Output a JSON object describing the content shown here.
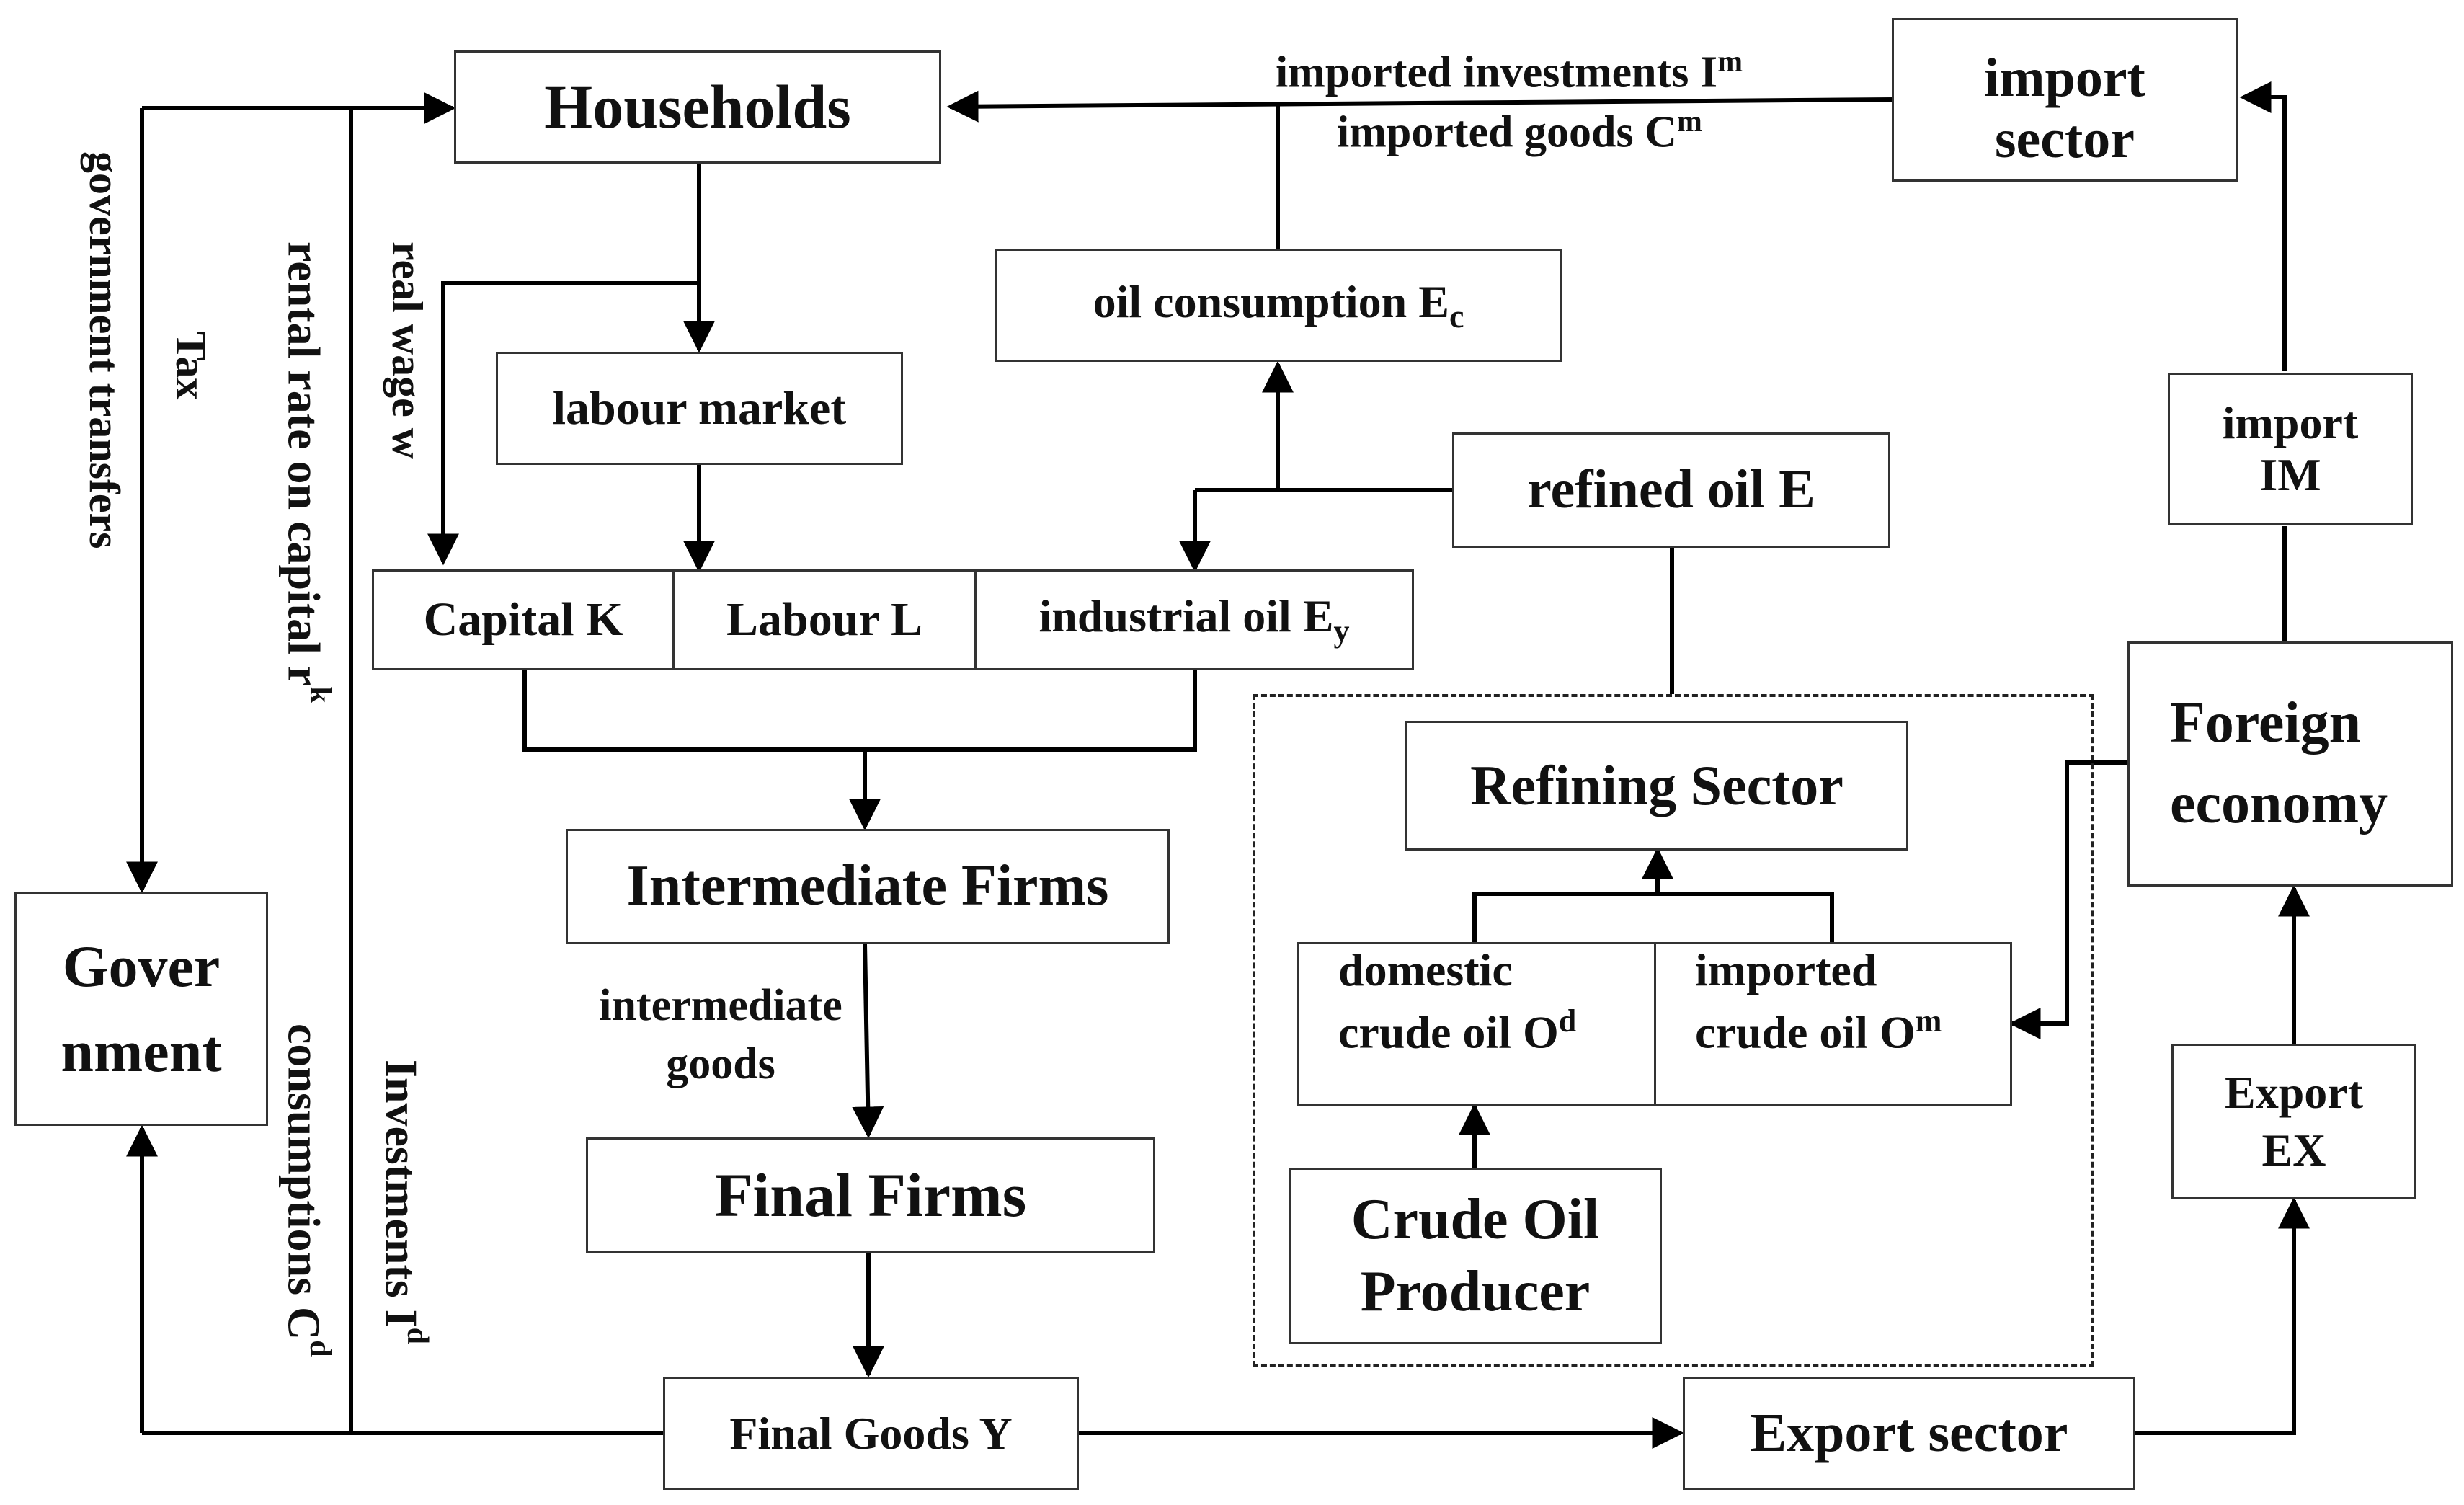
{
  "boxes": {
    "households": "Households",
    "import_sector": "import sector",
    "labour_market": "labour market",
    "oil_consumption": "oil consumption E",
    "oil_consumption_sub": "c",
    "refined_oil": "refined oil E",
    "import_im_l1": "import",
    "import_im_l2": "IM",
    "capital": "Capital K",
    "labour": "Labour L",
    "industrial_oil": "industrial oil E",
    "industrial_oil_sub": "y",
    "foreign_l1": "Foreign",
    "foreign_l2": "economy",
    "refining_sector": "Refining Sector",
    "intermediate_firms": "Intermediate Firms",
    "government_l1": "Gover",
    "government_l2": "nment",
    "domestic_crude_l1": "domestic",
    "domestic_crude_l2": "crude oil O",
    "domestic_crude_sup": "d",
    "imported_crude_l1": "imported",
    "imported_crude_l2": "crude oil O",
    "imported_crude_sup": "m",
    "export_ex_l1": "Export",
    "export_ex_l2": "EX",
    "final_firms": "Final Firms",
    "crude_producer_l1": "Crude Oil",
    "crude_producer_l2": "Producer",
    "final_goods": "Final Goods Y",
    "export_sector": "Export sector"
  },
  "labels": {
    "imported_investments": "imported investments I",
    "imported_investments_sup": "m",
    "imported_goods": "imported goods C",
    "imported_goods_sup": "m",
    "real_wage": "real wage w",
    "government_transfers": "government transfers",
    "tax": "Tax",
    "rental_rate": "rental rate on capital r",
    "rental_rate_sup": "k",
    "intermediate_goods_l1": "intermediate",
    "intermediate_goods_l2": "goods",
    "consumptions": "consumptions C",
    "consumptions_sup": "d",
    "investments": "Investments I",
    "investments_sup": "d"
  }
}
